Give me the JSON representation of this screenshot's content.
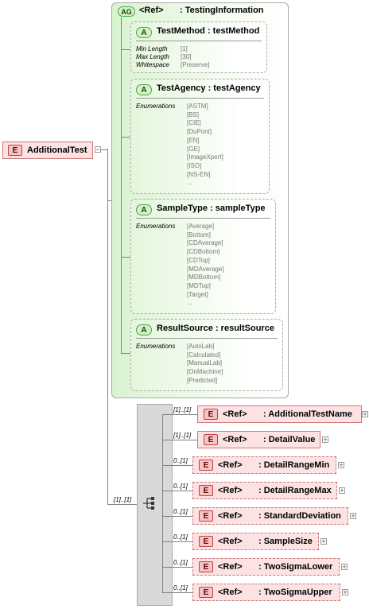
{
  "root": {
    "badge": "E",
    "name": "AdditionalTest"
  },
  "attribute_group": {
    "badge": "AG",
    "ref": "<Ref>",
    "name": ": TestingInformation",
    "attributes": [
      {
        "badge": "A",
        "title": "TestMethod : testMethod",
        "facets": [
          {
            "key": "Min Length",
            "value": "[1]"
          },
          {
            "key": "Max Length",
            "value": "[30]"
          },
          {
            "key": "Whitespace",
            "value": "[Preserve]"
          }
        ]
      },
      {
        "badge": "A",
        "title": "TestAgency : testAgency",
        "enum_label": "Enumerations",
        "values": [
          "[ASTM]",
          "[BS]",
          "[CIE]",
          "[DuPont]",
          "[EN]",
          "[GE]",
          "[ImageXpert]",
          "[ISO]",
          "[NS-EN]",
          "..."
        ]
      },
      {
        "badge": "A",
        "title": "SampleType : sampleType",
        "enum_label": "Enumerations",
        "values": [
          "[Average]",
          "[Bottom]",
          "[CDAverage]",
          "[CDBottom]",
          "[CDTop]",
          "[MDAverage]",
          "[MDBottom]",
          "[MDTop]",
          "[Target]",
          "..."
        ]
      },
      {
        "badge": "A",
        "title": "ResultSource : resultSource",
        "enum_label": "Enumerations",
        "values": [
          "[AutoLab]",
          "[Calculated]",
          "[ManualLab]",
          "[OnMachine]",
          "[Predicted]"
        ]
      }
    ]
  },
  "sequence": {
    "occurrence": "[1]..[1]",
    "icon": "sequence-compositor-icon",
    "children": [
      {
        "occ": "[1]..[1]",
        "badge": "E",
        "ref": "<Ref>",
        "name": ": AdditionalTestName",
        "optional": false
      },
      {
        "occ": "[1]..[1]",
        "badge": "E",
        "ref": "<Ref>",
        "name": ": DetailValue",
        "optional": false
      },
      {
        "occ": "0..[1]",
        "badge": "E",
        "ref": "<Ref>",
        "name": ": DetailRangeMin",
        "optional": true
      },
      {
        "occ": "0..[1]",
        "badge": "E",
        "ref": "<Ref>",
        "name": ": DetailRangeMax",
        "optional": true
      },
      {
        "occ": "0..[1]",
        "badge": "E",
        "ref": "<Ref>",
        "name": ": StandardDeviation",
        "optional": true
      },
      {
        "occ": "0..[1]",
        "badge": "E",
        "ref": "<Ref>",
        "name": ": SampleSize",
        "optional": true
      },
      {
        "occ": "0..[1]",
        "badge": "E",
        "ref": "<Ref>",
        "name": ": TwoSigmaLower",
        "optional": true
      },
      {
        "occ": "0..[1]",
        "badge": "E",
        "ref": "<Ref>",
        "name": ": TwoSigmaUpper",
        "optional": true
      }
    ]
  },
  "expand_symbol": "+"
}
